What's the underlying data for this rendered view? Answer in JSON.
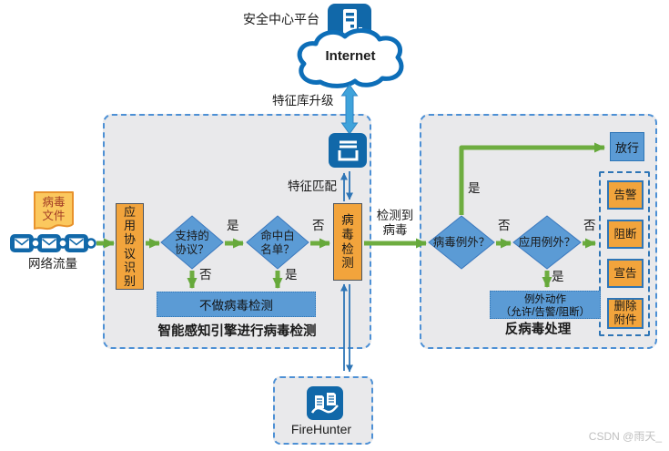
{
  "colors": {
    "icon_blue": "#1168A9",
    "node_blue": "#5B9BD5",
    "node_orange": "#F2A43C",
    "arrow_green": "#6EAD40",
    "arrow_cyan": "#3FA3DB",
    "zone_dash_blue": "#4D90D5",
    "watermark_gray": "#BFBFBF"
  },
  "top": {
    "platform_label": "安全中心平台",
    "cloud_label": "Internet",
    "upgrade_label": "特征库升级"
  },
  "input": {
    "virus_file_label": "病毒\n文件",
    "traffic_label": "网络流量"
  },
  "engine": {
    "title": "智能感知引擎进行病毒检测",
    "protocol_box": "应用协议识别",
    "diamond_protocol": "支持的\n协议？",
    "diamond_whitelist": "命中白\n名单？",
    "skip_box": "不做病毒检测",
    "detect_box": "病毒检测",
    "match_label": "特征匹配"
  },
  "flow": {
    "yes": "是",
    "no": "否",
    "detected_label": "检测到\n病毒"
  },
  "av": {
    "title": "反病毒处理",
    "diamond_virus_exception": "病毒例外？",
    "diamond_app_exception": "应用例外？",
    "permit_box": "放行",
    "exception_action_line1": "例外动作",
    "exception_action_line2": "（允许/告警/阻断）",
    "actions": [
      "告警",
      "阻断",
      "宣告",
      "删除附件"
    ]
  },
  "firehunter": {
    "label": "FireHunter"
  },
  "watermark": "CSDN @雨天_"
}
